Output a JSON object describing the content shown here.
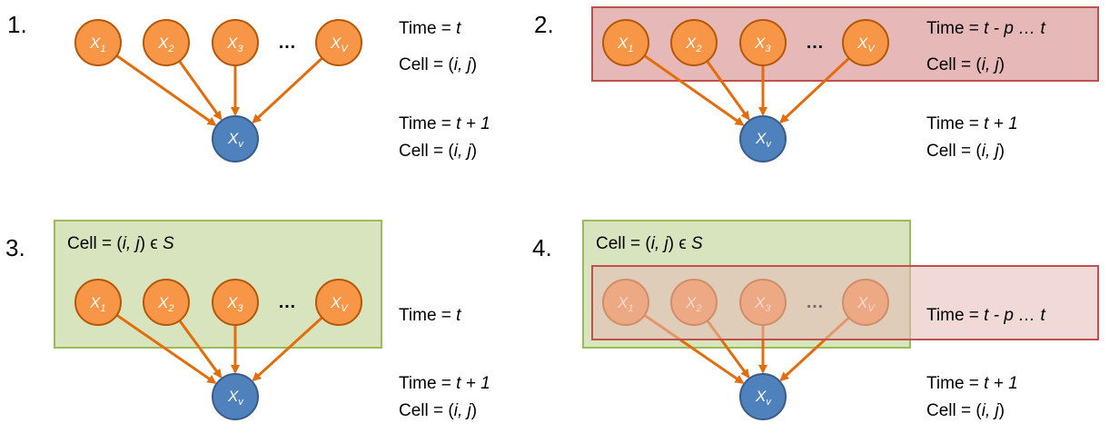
{
  "colors": {
    "orange_node": "#F79646",
    "orange_stroke": "#B65708",
    "blue_node": "#4F81BD",
    "blue_stroke": "#385D8A",
    "arrow": "#E46C0A",
    "red_box_fill": "#E6B9B8",
    "red_box_stroke": "#C0504D",
    "green_box_fill": "#D7E4BD",
    "green_box_stroke": "#9BBB59"
  },
  "nodes": {
    "x1": {
      "base": "X",
      "sub": "1"
    },
    "x2": {
      "base": "X",
      "sub": "2"
    },
    "x3": {
      "base": "X",
      "sub": "3"
    },
    "xV": {
      "base": "X",
      "sub": "V"
    },
    "ellipsis": "…",
    "target": {
      "base": "X",
      "sub": "v"
    }
  },
  "panels": [
    {
      "number": "1.",
      "labels": {
        "time_top_prefix": "Time = ",
        "time_top_var": "t",
        "cell_top_prefix": "Cell = (",
        "cell_top_var": "i, j",
        "cell_top_suffix": ")",
        "time_bottom_prefix": "Time = ",
        "time_bottom_var": "t + 1",
        "cell_bottom_prefix": "Cell = (",
        "cell_bottom_var": "i, j",
        "cell_bottom_suffix": ")"
      }
    },
    {
      "number": "2.",
      "labels": {
        "time_top_prefix": "Time = ",
        "time_top_var": "t - p … t",
        "cell_top_prefix": "Cell = (",
        "cell_top_var": "i, j",
        "cell_top_suffix": ")",
        "time_bottom_prefix": "Time = ",
        "time_bottom_var": "t + 1",
        "cell_bottom_prefix": "Cell = (",
        "cell_bottom_var": "i, j",
        "cell_bottom_suffix": ")"
      }
    },
    {
      "number": "3.",
      "labels": {
        "cell_set_prefix": "Cell = (",
        "cell_set_var": "i, j",
        "cell_set_mid": ") ϵ ",
        "cell_set_S": "S",
        "time_top_prefix": "Time = ",
        "time_top_var": "t",
        "time_bottom_prefix": "Time = ",
        "time_bottom_var": "t + 1",
        "cell_bottom_prefix": "Cell = (",
        "cell_bottom_var": "i, j",
        "cell_bottom_suffix": ")"
      }
    },
    {
      "number": "4.",
      "labels": {
        "cell_set_prefix": "Cell = (",
        "cell_set_var": "i, j",
        "cell_set_mid": ") ϵ ",
        "cell_set_S": "S",
        "time_top_prefix": "Time = ",
        "time_top_var": "t - p … t",
        "time_bottom_prefix": "Time = ",
        "time_bottom_var": "t + 1",
        "cell_bottom_prefix": "Cell = (",
        "cell_bottom_var": "i, j",
        "cell_bottom_suffix": ")"
      }
    }
  ]
}
